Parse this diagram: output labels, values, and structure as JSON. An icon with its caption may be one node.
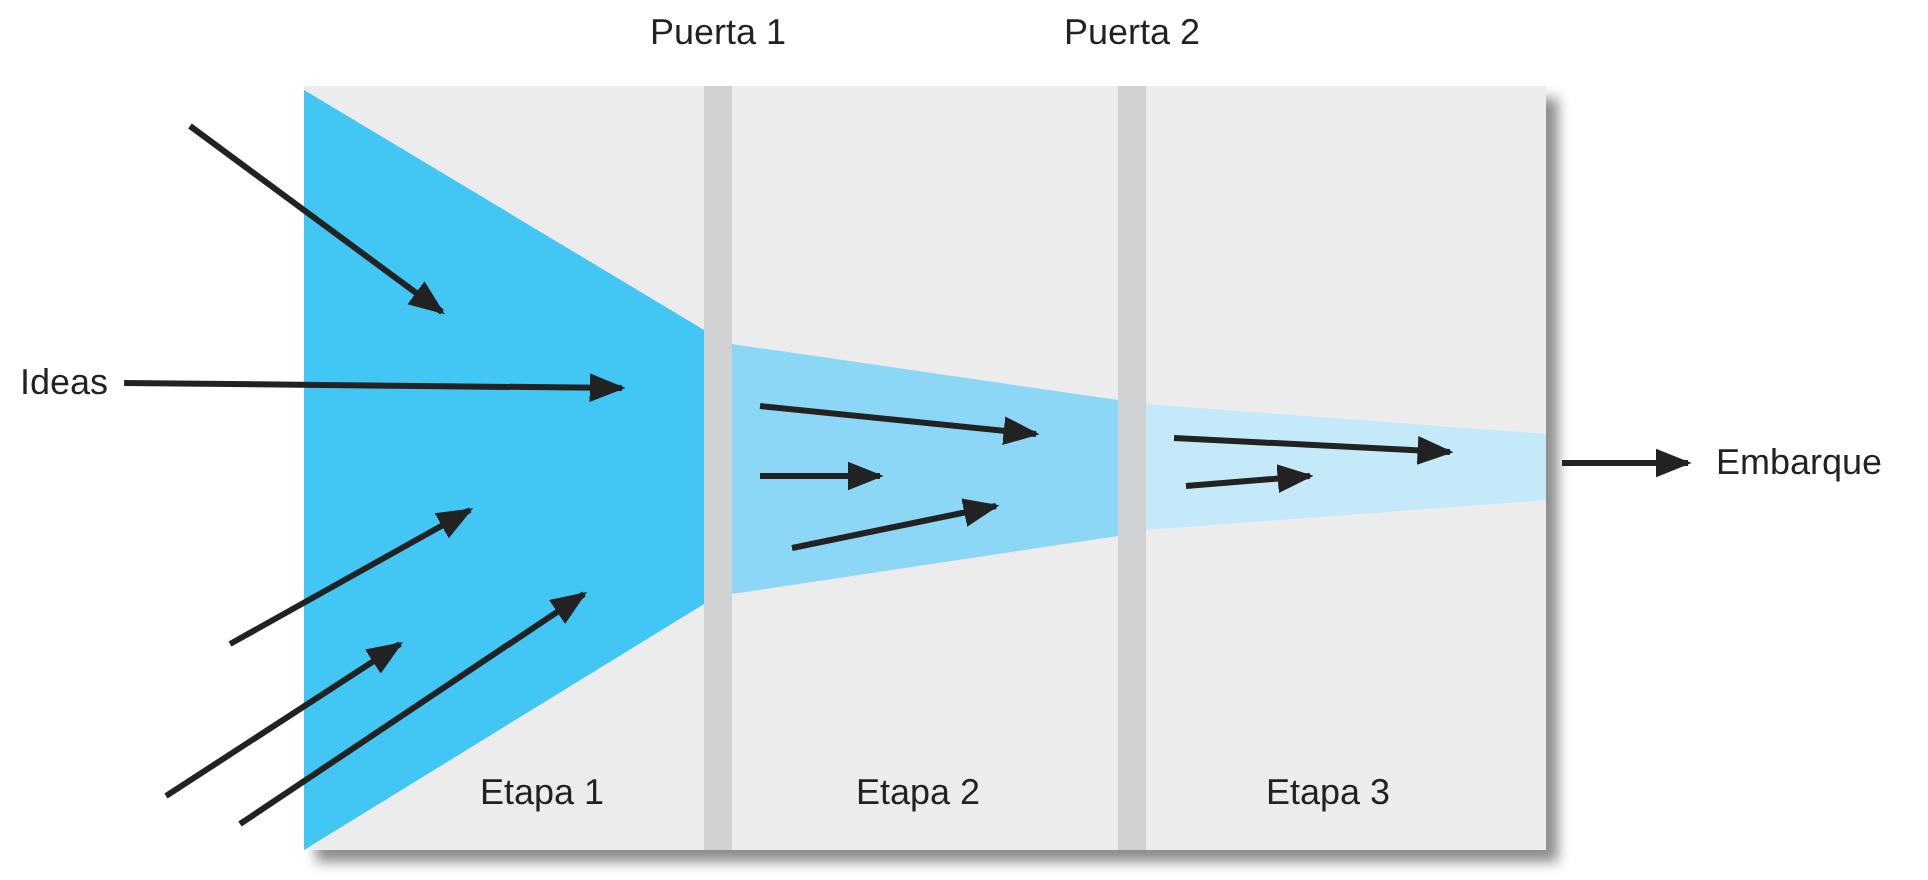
{
  "diagram": {
    "nodes": [
      {
        "text": [
          "Puerta 1"
        ]
      },
      {
        "text": [
          "Puerta 2"
        ]
      },
      {
        "text": [
          "Ideas"
        ]
      },
      {
        "text": [
          "Etapa 1"
        ]
      },
      {
        "text": [
          "Etapa 2"
        ]
      },
      {
        "text": [
          "Etapa 3"
        ]
      },
      {
        "text": [
          "Embarque"
        ]
      }
    ],
    "edges": [
      {
        "from": null,
        "to": 3,
        "arrow": "to"
      },
      {
        "from": 2,
        "to": 3,
        "arrow": "to"
      },
      {
        "from": null,
        "to": 3,
        "arrow": "to"
      },
      {
        "from": null,
        "to": 3,
        "arrow": "to"
      },
      {
        "from": null,
        "to": 3,
        "arrow": "to"
      },
      {
        "from": 5,
        "to": 6,
        "arrow": "to"
      }
    ]
  }
}
